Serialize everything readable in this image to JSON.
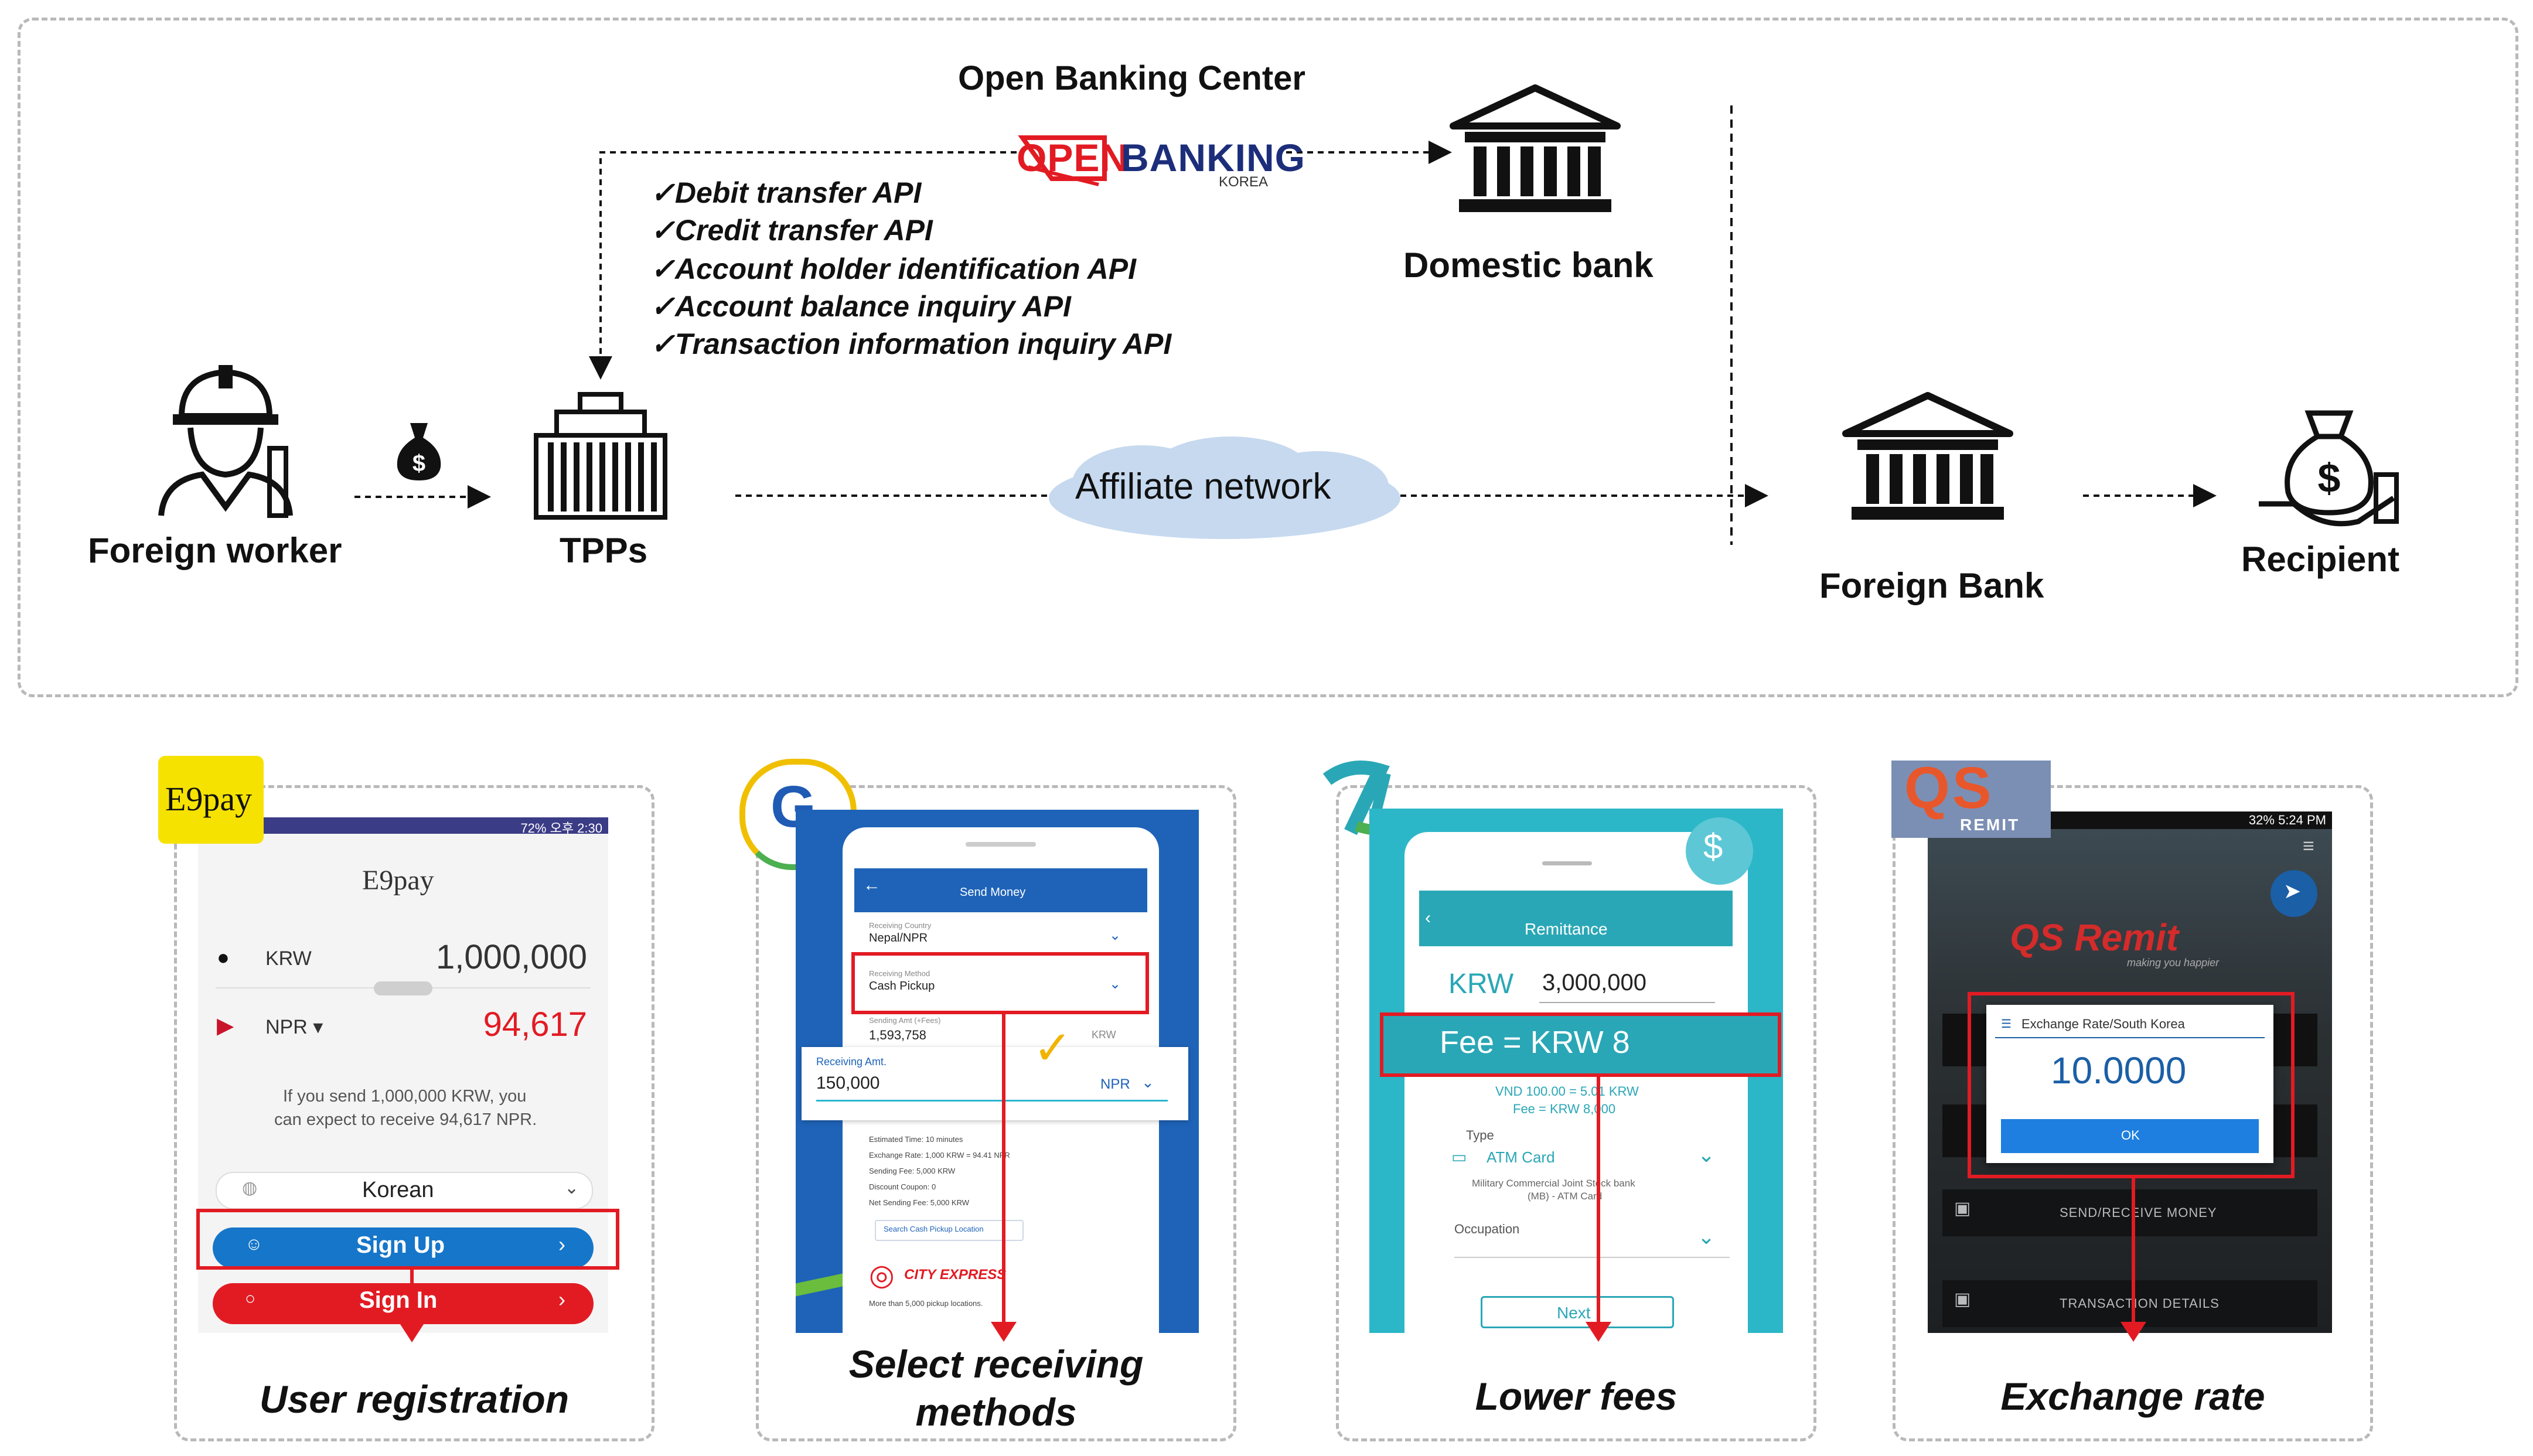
{
  "top": {
    "center_title": "Open Banking Center",
    "logo_text_open": "OPEN",
    "logo_text_banking": "BANKING",
    "logo_text_korea": "KOREA",
    "domestic_bank": "Domestic bank",
    "foreign_worker": "Foreign worker",
    "tpps": "TPPs",
    "affiliate_network": "Affiliate network",
    "foreign_bank": "Foreign Bank",
    "recipient": "Recipient",
    "apis": [
      "✓Debit transfer API",
      "✓Credit transfer API",
      "✓Account holder identification API",
      "✓Account balance inquiry API",
      "✓Transaction information inquiry API"
    ]
  },
  "panels": [
    {
      "caption": "User registration",
      "logo": "E9pay",
      "status": "72% 오후 2:30",
      "app_title": "E9pay",
      "krw_code": "KRW",
      "krw_amount": "1,000,000",
      "npr_code": "NPR ▾",
      "npr_amount": "94,617",
      "info_line1": "If you send 1,000,000 KRW, you",
      "info_line2": "can expect to receive 94,617 NPR.",
      "language": "Korean",
      "signup": "Sign Up",
      "signin": "Sign In"
    },
    {
      "caption_line1": "Select receiving",
      "caption_line2": "methods",
      "logo": "G",
      "header": "Send Money",
      "country_label": "Receiving Country",
      "country_value": "Nepal/NPR",
      "method_label": "Receiving Method",
      "method_value": "Cash Pickup",
      "sending_label": "Sending Amt (+Fees)",
      "sending_value": "1,593,758",
      "sending_cur": "KRW",
      "receiving_label": "Receiving Amt.",
      "receiving_value": "150,000",
      "receiving_cur": "NPR",
      "details": [
        "Estimated Time: 10 minutes",
        "Exchange Rate: 1,000 KRW = 94.41 NPR",
        "Sending Fee: 5,000 KRW",
        "Discount Coupon: 0",
        "Net Sending Fee: 5,000 KRW"
      ],
      "search_btn": "Search Cash Pickup Location",
      "brand": "CITY EXPRESS",
      "brand_sub": "More than 5,000 pickup locations."
    },
    {
      "caption": "Lower fees",
      "header": "Remittance",
      "currency": "KRW",
      "amount": "3,000,000",
      "fee_banner": "Fee = KRW 8",
      "rate_line1": "VND 100.00 = 5.01 KRW",
      "rate_line2": "Fee = KRW 8,000",
      "type_label": "Type",
      "type_value": "ATM Card",
      "bank_line1": "Military Commercial Joint Stock bank",
      "bank_line2": "(MB) - ATM Card",
      "occupation_label": "Occupation",
      "next": "Next"
    },
    {
      "caption": "Exchange rate",
      "logo_top": "QS",
      "logo_bottom": "REMIT",
      "status": "32% 5:24 PM",
      "brand": "QS Remit",
      "tagline": "making you happier",
      "dialog_title": "Exchange Rate/South Korea",
      "rate": "10.0000",
      "ok": "OK",
      "menu1": "SEND/RECEIVE MONEY",
      "menu2": "TRANSACTION DETAILS"
    }
  ],
  "colors": {
    "red": "#e21b23",
    "blue": "#1676c9",
    "teal": "#2aa7b6",
    "cloud": "#c6d9ef"
  }
}
